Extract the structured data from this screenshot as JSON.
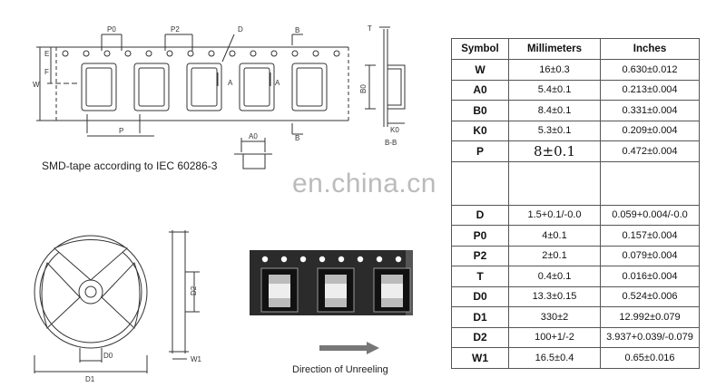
{
  "captions": {
    "smd_tape": "SMD-tape according to IEC 60286-3",
    "direction": "Direction of Unreeling",
    "watermark": "en.china.cn"
  },
  "labels": {
    "P0": "P0",
    "P2": "P2",
    "D": "D",
    "B": "B",
    "A": "A",
    "E": "E",
    "F": "F",
    "W": "W",
    "P": "P",
    "A0": "A0",
    "T": "T",
    "B0": "B0",
    "K0": "K0",
    "BB": "B-B",
    "D0": "D0",
    "D1": "D1",
    "D2": "D2",
    "W1": "W1"
  },
  "table": {
    "headers": [
      "Symbol",
      "Millimeters",
      "Inches"
    ],
    "rows_top": [
      {
        "symbol": "W",
        "mm": "16±0.3",
        "inch": "0.630±0.012"
      },
      {
        "symbol": "A0",
        "mm": "5.4±0.1",
        "inch": "0.213±0.004"
      },
      {
        "symbol": "B0",
        "mm": "8.4±0.1",
        "inch": "0.331±0.004"
      },
      {
        "symbol": "K0",
        "mm": "5.3±0.1",
        "inch": "0.209±0.004"
      },
      {
        "symbol": "P",
        "mm": "8±0.1",
        "inch": "0.472±0.004"
      }
    ],
    "rows_bottom": [
      {
        "symbol": "D",
        "mm": "1.5+0.1/-0.0",
        "inch": "0.059+0.004/-0.0"
      },
      {
        "symbol": "P0",
        "mm": "4±0.1",
        "inch": "0.157±0.004"
      },
      {
        "symbol": "P2",
        "mm": "2±0.1",
        "inch": "0.079±0.004"
      },
      {
        "symbol": "T",
        "mm": "0.4±0.1",
        "inch": "0.016±0.004"
      },
      {
        "symbol": "D0",
        "mm": "13.3±0.15",
        "inch": "0.524±0.006"
      },
      {
        "symbol": "D1",
        "mm": "330±2",
        "inch": "12.992±0.079"
      },
      {
        "symbol": "D2",
        "mm": "100+1/-2",
        "inch": "3.937+0.039/-0.079"
      },
      {
        "symbol": "W1",
        "mm": "16.5±0.4",
        "inch": "0.65±0.016"
      }
    ]
  }
}
